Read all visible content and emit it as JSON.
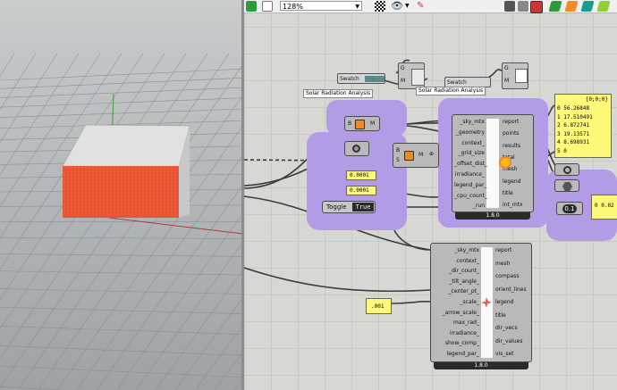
{
  "toolbar": {
    "zoom": "128%",
    "colors": {
      "green": "#2e9b3b",
      "orange": "#f08a24",
      "teal": "#1a9c8a"
    }
  },
  "labels": {
    "solar_top_left": "Solar Radiation Analysis",
    "solar_top_right": "Solar Radiation Analysis",
    "swatch_left": "Swatch",
    "swatch_right": "Swatch",
    "g": "G",
    "m": "M",
    "b": "B",
    "s": "S",
    "toggle": "Toggle",
    "toggle_value": "True"
  },
  "panels": {
    "num1": "0.0001",
    "num2": "0.0001",
    "num3": ".001",
    "num4": "0 0.02",
    "slider_value": "0.1",
    "list_header": "{0;0;0}",
    "list_rows": [
      "0  56.26848",
      "1  17.510491",
      "2  6.872741",
      "3  19.13571",
      "4  8.698931",
      "5  0"
    ]
  },
  "solar_component": {
    "inputs": [
      "_sky_mtx",
      "_geometry",
      "context_",
      "_grid_size",
      "_offset_dist_",
      "irradiance_",
      "legend_par_",
      "_cpu_count_",
      "_run"
    ],
    "outputs": [
      "report",
      "points",
      "results",
      "total",
      "mesh",
      "legend",
      "title",
      "int_mtx"
    ],
    "version": "1.8.0"
  },
  "rose_component": {
    "inputs": [
      "_sky_mtx",
      "context_",
      "_dir_count_",
      "_tilt_angle_",
      "_center_pt_",
      "_scale_",
      "_arrow_scale_",
      "max_rad_",
      "irradiance_",
      "show_comp_",
      "legend_par_"
    ],
    "outputs": [
      "report",
      "mesh",
      "compass",
      "orient_lines",
      "legend",
      "title",
      "dir_vecs",
      "dir_values",
      "vis_set"
    ],
    "version": "1.8.0"
  },
  "colors": {
    "group": "#b39ce6",
    "box_side": "#ee5a36",
    "box_top": "#dcdcdc",
    "panel": "#fff97a"
  }
}
